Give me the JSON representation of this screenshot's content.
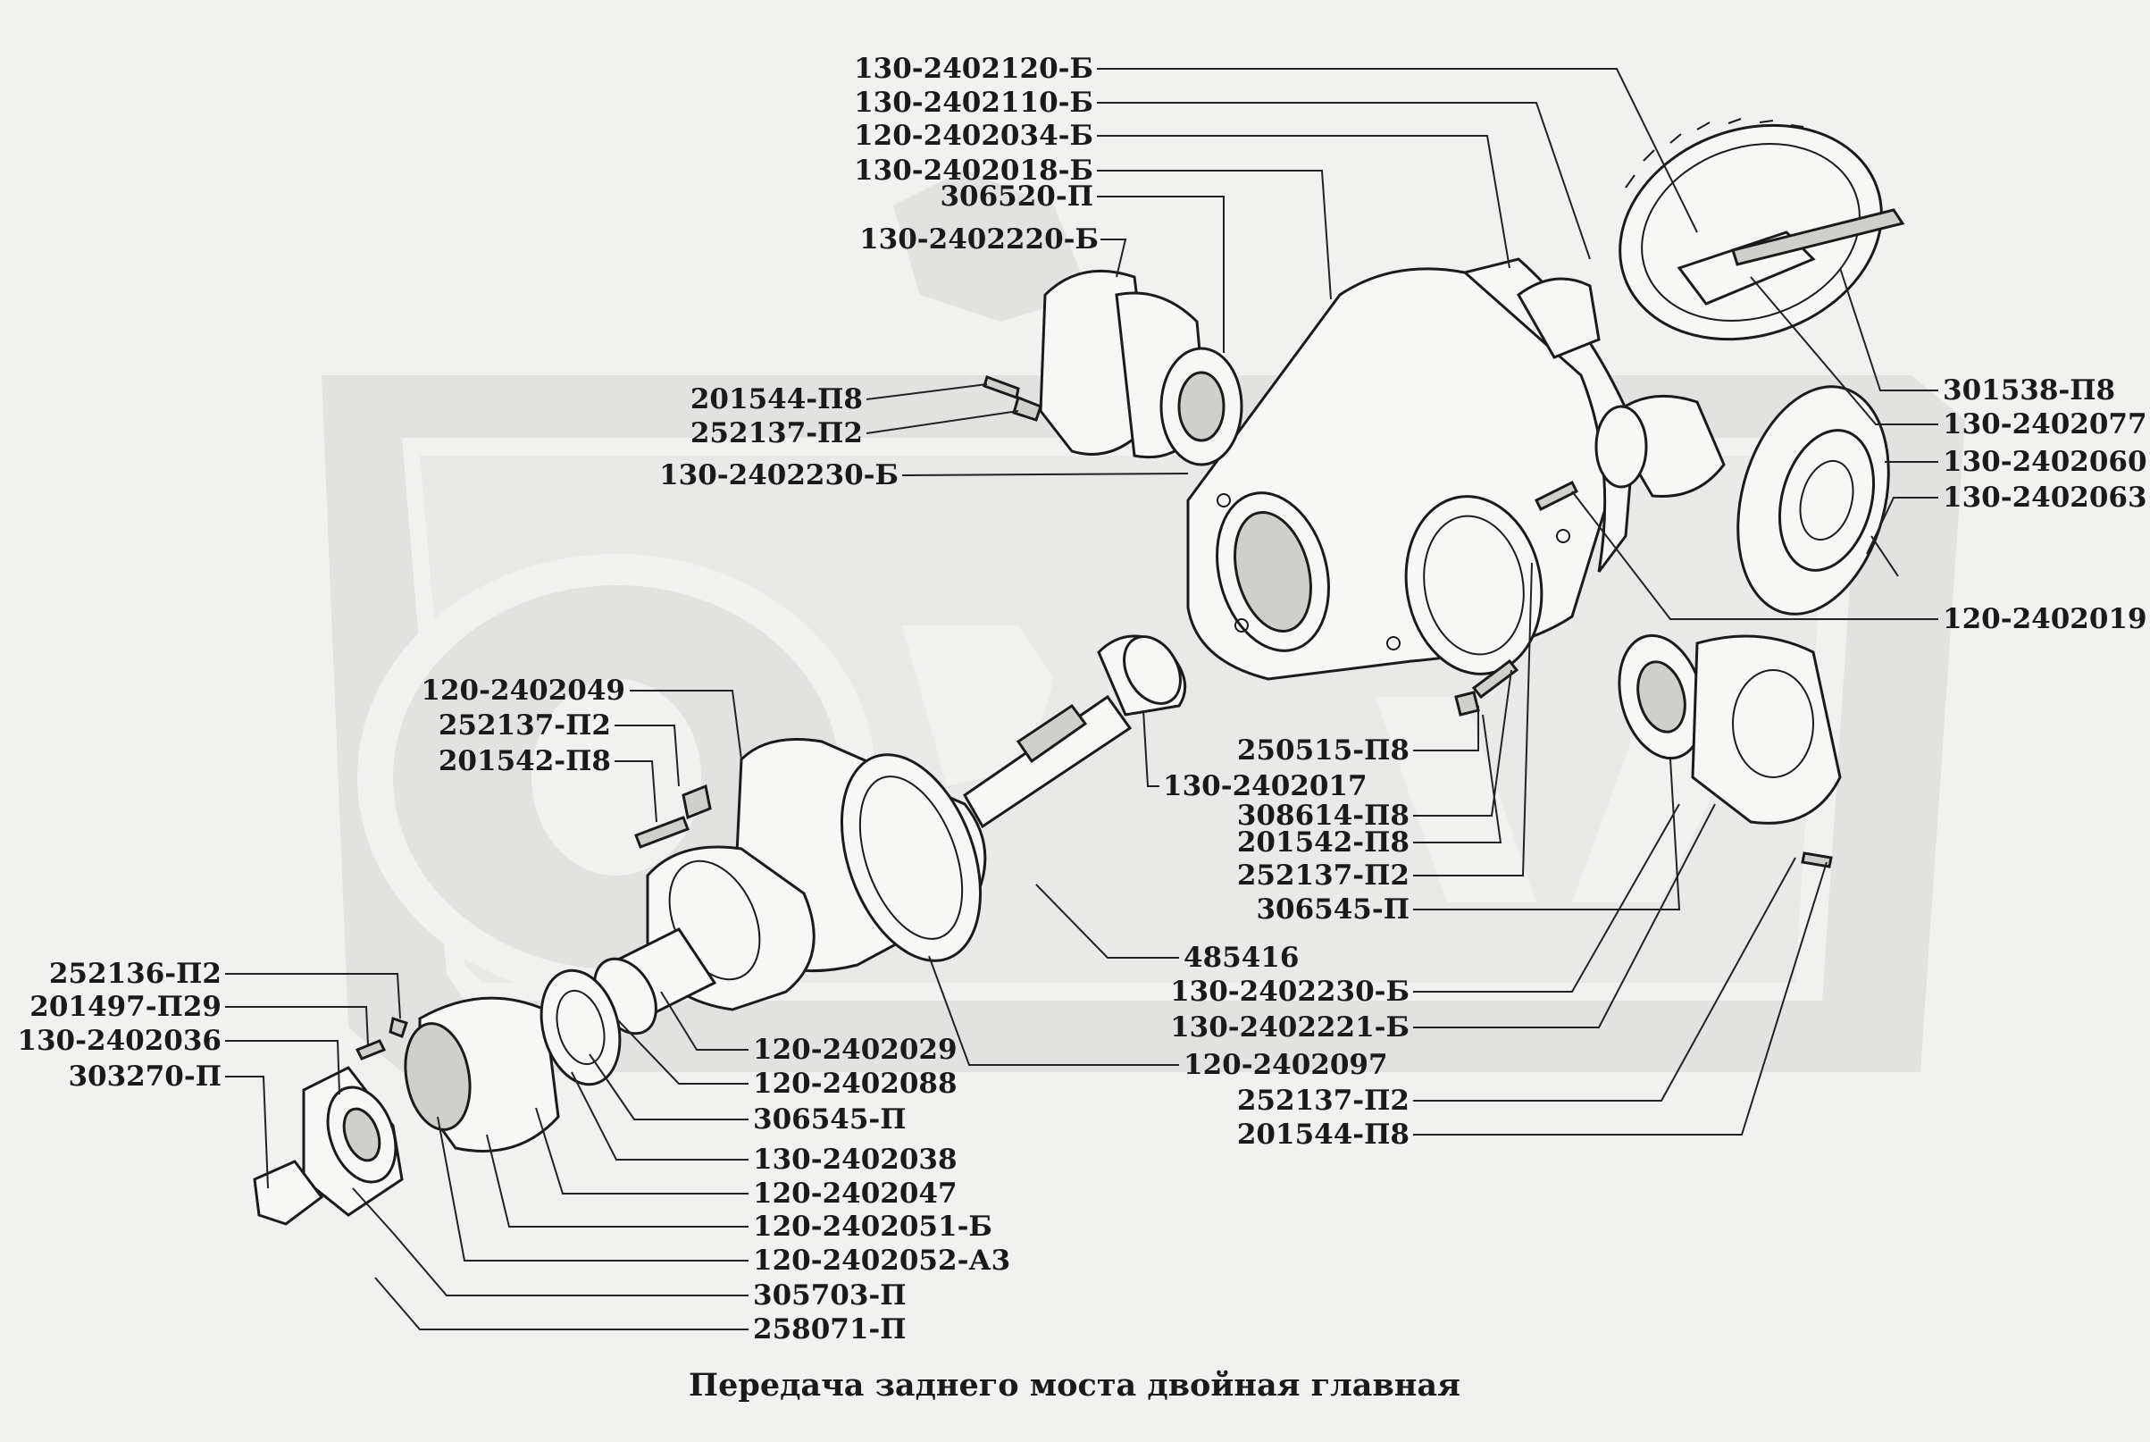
{
  "diagram": {
    "title": "Передача заднего моста двойная главная",
    "labels": [
      {
        "id": "l1",
        "text": "130-2402120-Б"
      },
      {
        "id": "l2",
        "text": "130-2402110-Б"
      },
      {
        "id": "l3",
        "text": "120-2402034-Б"
      },
      {
        "id": "l4",
        "text": "130-2402018-Б"
      },
      {
        "id": "l5",
        "text": "306520-П"
      },
      {
        "id": "l6",
        "text": "130-2402220-Б"
      },
      {
        "id": "l7",
        "text": "201544-П8"
      },
      {
        "id": "l8",
        "text": "252137-П2"
      },
      {
        "id": "l9",
        "text": "130-2402230-Б"
      },
      {
        "id": "l10",
        "text": "301538-П8"
      },
      {
        "id": "l11",
        "text": "130-2402077"
      },
      {
        "id": "l12",
        "text": "130-2402060"
      },
      {
        "id": "l13",
        "text": "130-2402063"
      },
      {
        "id": "l14",
        "text": "120-2402019"
      },
      {
        "id": "l15",
        "text": "120-2402049"
      },
      {
        "id": "l16",
        "text": "252137-П2"
      },
      {
        "id": "l17",
        "text": "201542-П8"
      },
      {
        "id": "l18",
        "text": "250515-П8"
      },
      {
        "id": "l19",
        "text": "130-2402017"
      },
      {
        "id": "l20",
        "text": "308614-П8"
      },
      {
        "id": "l21",
        "text": "201542-П8"
      },
      {
        "id": "l22",
        "text": "252137-П2"
      },
      {
        "id": "l23",
        "text": "306545-П"
      },
      {
        "id": "l24",
        "text": "485416"
      },
      {
        "id": "l25",
        "text": "130-2402230-Б"
      },
      {
        "id": "l26",
        "text": "130-2402221-Б"
      },
      {
        "id": "l27",
        "text": "120-2402097"
      },
      {
        "id": "l28",
        "text": "252137-П2"
      },
      {
        "id": "l29",
        "text": "201544-П8"
      },
      {
        "id": "l30",
        "text": "252136-П2"
      },
      {
        "id": "l31",
        "text": "201497-П29"
      },
      {
        "id": "l32",
        "text": "130-2402036"
      },
      {
        "id": "l33",
        "text": "303270-П"
      },
      {
        "id": "l34",
        "text": "120-2402029"
      },
      {
        "id": "l35",
        "text": "120-2402088"
      },
      {
        "id": "l36",
        "text": "306545-П"
      },
      {
        "id": "l37",
        "text": "130-2402038"
      },
      {
        "id": "l38",
        "text": "120-2402047"
      },
      {
        "id": "l39",
        "text": "120-2402051-Б"
      },
      {
        "id": "l40",
        "text": "120-2402052-А3"
      },
      {
        "id": "l41",
        "text": "305703-П"
      },
      {
        "id": "l42",
        "text": "258071-П"
      }
    ]
  }
}
